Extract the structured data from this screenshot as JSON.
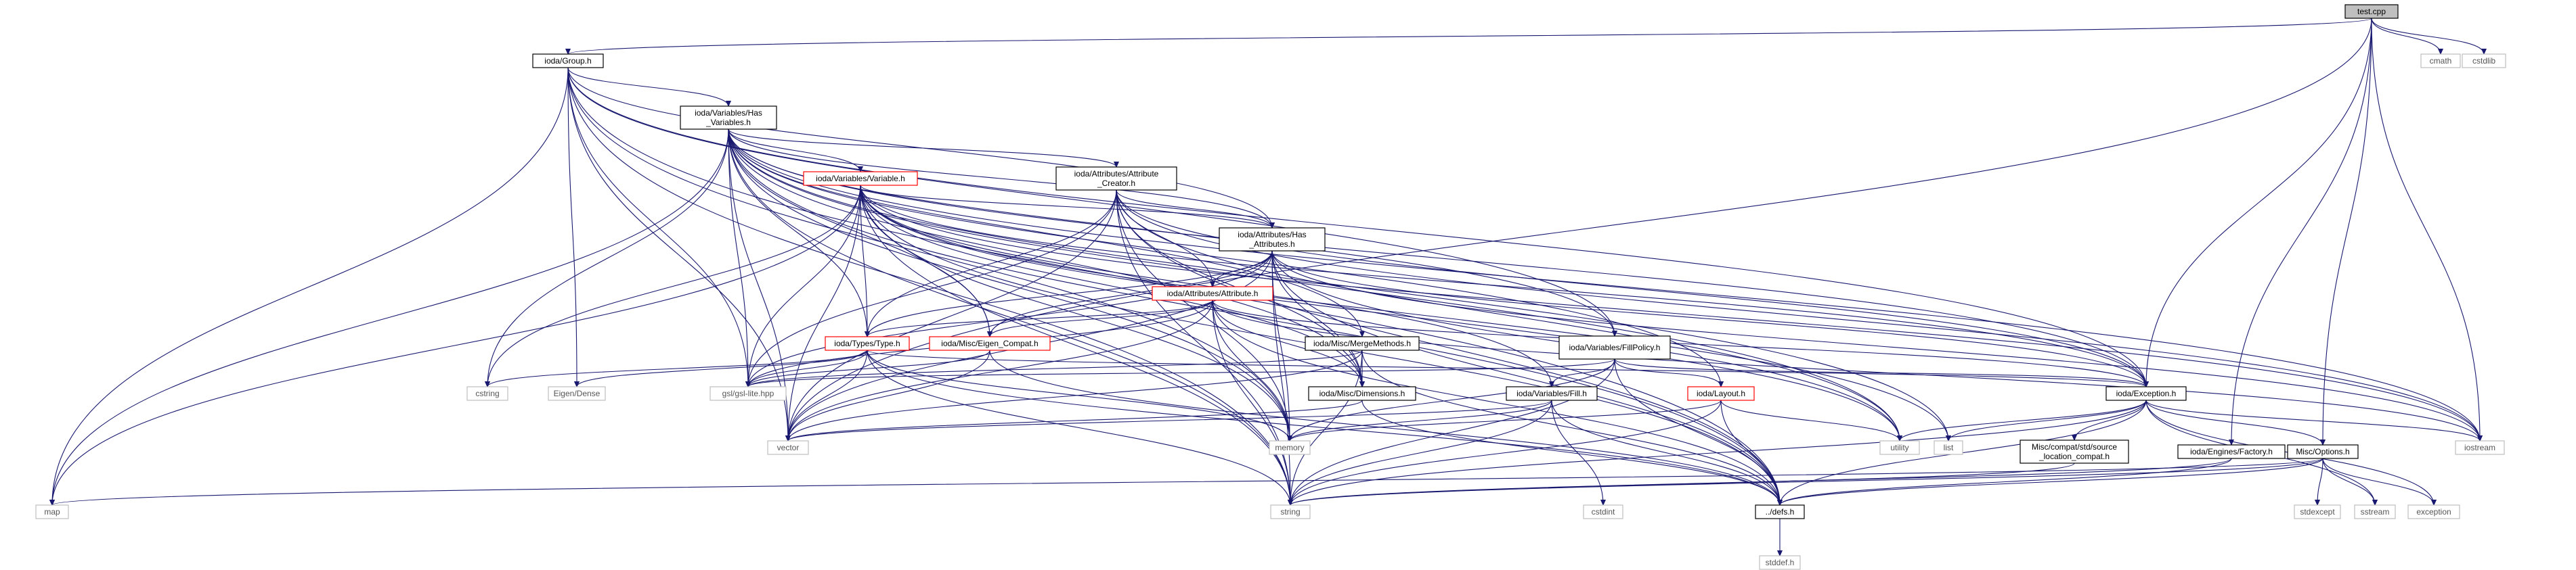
{
  "graph": {
    "colors": {
      "edge": "#191970",
      "root_fill": "#bfbfbf",
      "node_border_default": "#000000",
      "node_border_external": "#bfbfbf",
      "node_border_truncated": "#ff0000",
      "external_text": "#555555",
      "node_text": "#000000"
    },
    "node_kinds": {
      "root": "test.cpp (gray filled)",
      "internal": "black border",
      "external": "light gray border, gray text",
      "truncated": "red border"
    },
    "nodes": [
      {
        "id": "test",
        "lines": [
          "test.cpp"
        ],
        "kind": "root"
      },
      {
        "id": "cmath",
        "lines": [
          "cmath"
        ],
        "kind": "external"
      },
      {
        "id": "cstdlib",
        "lines": [
          "cstdlib"
        ],
        "kind": "external"
      },
      {
        "id": "group",
        "lines": [
          "ioda/Group.h"
        ],
        "kind": "internal"
      },
      {
        "id": "hasvars",
        "lines": [
          "ioda/Variables/Has",
          "_Variables.h"
        ],
        "kind": "internal"
      },
      {
        "id": "variable",
        "lines": [
          "ioda/Variables/Variable.h"
        ],
        "kind": "truncated"
      },
      {
        "id": "attrcreator",
        "lines": [
          "ioda/Attributes/Attribute",
          "_Creator.h"
        ],
        "kind": "internal"
      },
      {
        "id": "hasattrs",
        "lines": [
          "ioda/Attributes/Has",
          "_Attributes.h"
        ],
        "kind": "internal"
      },
      {
        "id": "attribute",
        "lines": [
          "ioda/Attributes/Attribute.h"
        ],
        "kind": "truncated"
      },
      {
        "id": "type",
        "lines": [
          "ioda/Types/Type.h"
        ],
        "kind": "truncated"
      },
      {
        "id": "eigencompat",
        "lines": [
          "ioda/Misc/Eigen_Compat.h"
        ],
        "kind": "truncated"
      },
      {
        "id": "mergemethods",
        "lines": [
          "ioda/Misc/MergeMethods.h"
        ],
        "kind": "internal"
      },
      {
        "id": "fillpolicy",
        "lines": [
          "ioda/Variables/FillPolicy.h"
        ],
        "kind": "internal"
      },
      {
        "id": "dimensions",
        "lines": [
          "ioda/Misc/Dimensions.h"
        ],
        "kind": "internal"
      },
      {
        "id": "fill",
        "lines": [
          "ioda/Variables/Fill.h"
        ],
        "kind": "internal"
      },
      {
        "id": "layout",
        "lines": [
          "ioda/Layout.h"
        ],
        "kind": "truncated"
      },
      {
        "id": "exception",
        "lines": [
          "ioda/Exception.h"
        ],
        "kind": "internal"
      },
      {
        "id": "cstring",
        "lines": [
          "cstring"
        ],
        "kind": "external"
      },
      {
        "id": "eigendense",
        "lines": [
          "Eigen/Dense"
        ],
        "kind": "external"
      },
      {
        "id": "gsl",
        "lines": [
          "gsl/gsl-lite.hpp"
        ],
        "kind": "external"
      },
      {
        "id": "vector",
        "lines": [
          "vector"
        ],
        "kind": "external"
      },
      {
        "id": "memory",
        "lines": [
          "memory"
        ],
        "kind": "external"
      },
      {
        "id": "utility",
        "lines": [
          "utility"
        ],
        "kind": "external"
      },
      {
        "id": "list",
        "lines": [
          "list"
        ],
        "kind": "external"
      },
      {
        "id": "iostream",
        "lines": [
          "iostream"
        ],
        "kind": "external"
      },
      {
        "id": "srcloc",
        "lines": [
          "Misc/compat/std/source",
          "_location_compat.h"
        ],
        "kind": "internal"
      },
      {
        "id": "factory",
        "lines": [
          "ioda/Engines/Factory.h"
        ],
        "kind": "internal"
      },
      {
        "id": "options",
        "lines": [
          "Misc/Options.h"
        ],
        "kind": "internal"
      },
      {
        "id": "map",
        "lines": [
          "map"
        ],
        "kind": "external"
      },
      {
        "id": "string",
        "lines": [
          "string"
        ],
        "kind": "external"
      },
      {
        "id": "defs",
        "lines": [
          "../defs.h"
        ],
        "kind": "internal"
      },
      {
        "id": "cstdint",
        "lines": [
          "cstdint"
        ],
        "kind": "external"
      },
      {
        "id": "stdexcept",
        "lines": [
          "stdexcept"
        ],
        "kind": "external"
      },
      {
        "id": "sstream",
        "lines": [
          "sstream"
        ],
        "kind": "external"
      },
      {
        "id": "exceptionstd",
        "lines": [
          "exception"
        ],
        "kind": "external"
      },
      {
        "id": "stddef",
        "lines": [
          "stddef.h"
        ],
        "kind": "external"
      }
    ],
    "edges": [
      [
        "test",
        "cmath"
      ],
      [
        "test",
        "cstdlib"
      ],
      [
        "test",
        "group"
      ],
      [
        "test",
        "exception"
      ],
      [
        "test",
        "factory"
      ],
      [
        "test",
        "iostream"
      ],
      [
        "test",
        "vector"
      ],
      [
        "test",
        "options"
      ],
      [
        "group",
        "hasvars"
      ],
      [
        "group",
        "hasattrs"
      ],
      [
        "group",
        "map"
      ],
      [
        "group",
        "string"
      ],
      [
        "group",
        "vector"
      ],
      [
        "group",
        "memory"
      ],
      [
        "group",
        "gsl"
      ],
      [
        "group",
        "exception"
      ],
      [
        "group",
        "defs"
      ],
      [
        "group",
        "eigendense"
      ],
      [
        "group",
        "fillpolicy"
      ],
      [
        "hasvars",
        "variable"
      ],
      [
        "hasvars",
        "attrcreator"
      ],
      [
        "hasvars",
        "hasattrs"
      ],
      [
        "hasvars",
        "type"
      ],
      [
        "hasvars",
        "eigencompat"
      ],
      [
        "hasvars",
        "mergemethods"
      ],
      [
        "hasvars",
        "fillpolicy"
      ],
      [
        "hasvars",
        "layout"
      ],
      [
        "hasvars",
        "exception"
      ],
      [
        "hasvars",
        "cstring"
      ],
      [
        "hasvars",
        "gsl"
      ],
      [
        "hasvars",
        "vector"
      ],
      [
        "hasvars",
        "memory"
      ],
      [
        "hasvars",
        "string"
      ],
      [
        "hasvars",
        "map"
      ],
      [
        "hasvars",
        "utility"
      ],
      [
        "hasvars",
        "list"
      ],
      [
        "hasvars",
        "iostream"
      ],
      [
        "hasvars",
        "defs"
      ],
      [
        "hasvars",
        "dimensions"
      ],
      [
        "variable",
        "hasattrs"
      ],
      [
        "variable",
        "type"
      ],
      [
        "variable",
        "eigencompat"
      ],
      [
        "variable",
        "dimensions"
      ],
      [
        "variable",
        "fill"
      ],
      [
        "variable",
        "exception"
      ],
      [
        "variable",
        "cstring"
      ],
      [
        "variable",
        "gsl"
      ],
      [
        "variable",
        "vector"
      ],
      [
        "variable",
        "memory"
      ],
      [
        "variable",
        "string"
      ],
      [
        "variable",
        "map"
      ],
      [
        "variable",
        "utility"
      ],
      [
        "variable",
        "list"
      ],
      [
        "variable",
        "iostream"
      ],
      [
        "variable",
        "defs"
      ],
      [
        "attrcreator",
        "hasattrs"
      ],
      [
        "attrcreator",
        "attribute"
      ],
      [
        "attrcreator",
        "type"
      ],
      [
        "attrcreator",
        "gsl"
      ],
      [
        "attrcreator",
        "vector"
      ],
      [
        "attrcreator",
        "memory"
      ],
      [
        "attrcreator",
        "string"
      ],
      [
        "attrcreator",
        "utility"
      ],
      [
        "attrcreator",
        "iostream"
      ],
      [
        "attrcreator",
        "defs"
      ],
      [
        "attrcreator",
        "exception"
      ],
      [
        "attrcreator",
        "dimensions"
      ],
      [
        "hasattrs",
        "attribute"
      ],
      [
        "hasattrs",
        "type"
      ],
      [
        "hasattrs",
        "eigencompat"
      ],
      [
        "hasattrs",
        "dimensions"
      ],
      [
        "hasattrs",
        "exception"
      ],
      [
        "hasattrs",
        "gsl"
      ],
      [
        "hasattrs",
        "vector"
      ],
      [
        "hasattrs",
        "memory"
      ],
      [
        "hasattrs",
        "string"
      ],
      [
        "hasattrs",
        "utility"
      ],
      [
        "hasattrs",
        "iostream"
      ],
      [
        "hasattrs",
        "defs"
      ],
      [
        "attribute",
        "type"
      ],
      [
        "attribute",
        "eigencompat"
      ],
      [
        "attribute",
        "dimensions"
      ],
      [
        "attribute",
        "exception"
      ],
      [
        "attribute",
        "gsl"
      ],
      [
        "attribute",
        "vector"
      ],
      [
        "attribute",
        "memory"
      ],
      [
        "attribute",
        "string"
      ],
      [
        "attribute",
        "defs"
      ],
      [
        "attribute",
        "iostream"
      ],
      [
        "type",
        "cstring"
      ],
      [
        "type",
        "eigendense"
      ],
      [
        "type",
        "gsl"
      ],
      [
        "type",
        "vector"
      ],
      [
        "type",
        "memory"
      ],
      [
        "type",
        "string"
      ],
      [
        "type",
        "defs"
      ],
      [
        "type",
        "exception"
      ],
      [
        "eigencompat",
        "gsl"
      ],
      [
        "eigencompat",
        "vector"
      ],
      [
        "eigencompat",
        "defs"
      ],
      [
        "mergemethods",
        "dimensions"
      ],
      [
        "mergemethods",
        "gsl"
      ],
      [
        "mergemethods",
        "string"
      ],
      [
        "mergemethods",
        "vector"
      ],
      [
        "mergemethods",
        "defs"
      ],
      [
        "fillpolicy",
        "fill"
      ],
      [
        "fillpolicy",
        "layout"
      ],
      [
        "fillpolicy",
        "exception"
      ],
      [
        "fillpolicy",
        "gsl"
      ],
      [
        "fillpolicy",
        "memory"
      ],
      [
        "fillpolicy",
        "string"
      ],
      [
        "fillpolicy",
        "defs"
      ],
      [
        "dimensions",
        "vector"
      ],
      [
        "dimensions",
        "defs"
      ],
      [
        "fill",
        "memory"
      ],
      [
        "fill",
        "string"
      ],
      [
        "fill",
        "cstdint"
      ],
      [
        "fill",
        "defs"
      ],
      [
        "fill",
        "vector"
      ],
      [
        "layout",
        "memory"
      ],
      [
        "layout",
        "string"
      ],
      [
        "layout",
        "defs"
      ],
      [
        "layout",
        "utility"
      ],
      [
        "exception",
        "srcloc"
      ],
      [
        "exception",
        "options"
      ],
      [
        "exception",
        "string"
      ],
      [
        "exception",
        "defs"
      ],
      [
        "exception",
        "utility"
      ],
      [
        "exception",
        "list"
      ],
      [
        "exception",
        "iostream"
      ],
      [
        "exception",
        "exceptionstd"
      ],
      [
        "exception",
        "sstream"
      ],
      [
        "srcloc",
        "string"
      ],
      [
        "factory",
        "string"
      ],
      [
        "factory",
        "defs"
      ],
      [
        "options",
        "map"
      ],
      [
        "options",
        "string"
      ],
      [
        "options",
        "defs"
      ],
      [
        "options",
        "stdexcept"
      ],
      [
        "options",
        "sstream"
      ],
      [
        "options",
        "exceptionstd"
      ],
      [
        "defs",
        "stddef"
      ]
    ]
  }
}
